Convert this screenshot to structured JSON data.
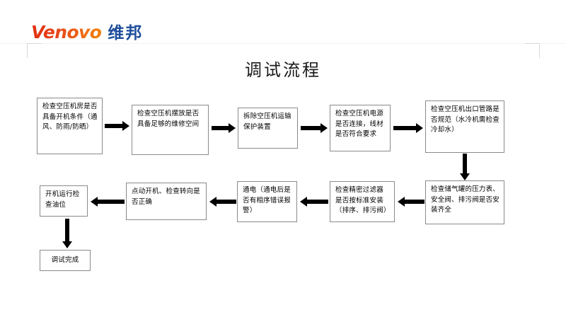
{
  "brand": {
    "latin": "Venovo",
    "cjk": "维邦",
    "latin_color": "#e0380f",
    "cjk_color": "#1f4e9c"
  },
  "title": "调试流程",
  "flowchart": {
    "type": "process-flow",
    "direction": "serpentine-left-to-right-then-right-to-left",
    "node_border_color": "#8a8a8a",
    "arrow_color": "#000000",
    "nodes": [
      {
        "id": "n1",
        "label": "检查空压机房是否具备开机条件（通风、防雨/防晒）"
      },
      {
        "id": "n2",
        "label": "检查空压机摆放是否具备足够的维修空间"
      },
      {
        "id": "n3",
        "label": "拆除空压机运输保护装置"
      },
      {
        "id": "n4",
        "label": "检查空压机电源是否连接，线材是否符合要求"
      },
      {
        "id": "n5",
        "label": "检查空压机出口管路是否规范（水冷机需检查冷却水）"
      },
      {
        "id": "n6",
        "label": "检查储气罐的压力表、安全阀、排污阀是否安装齐全"
      },
      {
        "id": "n7",
        "label": "检查精密过滤器是否按标准安装（排序、排污阀）"
      },
      {
        "id": "n8",
        "label": "通电（通电后是否有相序错误报警）"
      },
      {
        "id": "n9",
        "label": "点动开机、检查转向是否正确"
      },
      {
        "id": "n10",
        "label": "开机运行检查油位"
      },
      {
        "id": "n11",
        "label": "调试完成"
      }
    ],
    "edges": [
      {
        "from": "n1",
        "to": "n2",
        "direction": "right"
      },
      {
        "from": "n2",
        "to": "n3",
        "direction": "right"
      },
      {
        "from": "n3",
        "to": "n4",
        "direction": "right"
      },
      {
        "from": "n4",
        "to": "n5",
        "direction": "right"
      },
      {
        "from": "n5",
        "to": "n6",
        "direction": "down"
      },
      {
        "from": "n6",
        "to": "n7",
        "direction": "left"
      },
      {
        "from": "n7",
        "to": "n8",
        "direction": "left"
      },
      {
        "from": "n8",
        "to": "n9",
        "direction": "left"
      },
      {
        "from": "n9",
        "to": "n10",
        "direction": "left"
      },
      {
        "from": "n10",
        "to": "n11",
        "direction": "down"
      }
    ]
  }
}
